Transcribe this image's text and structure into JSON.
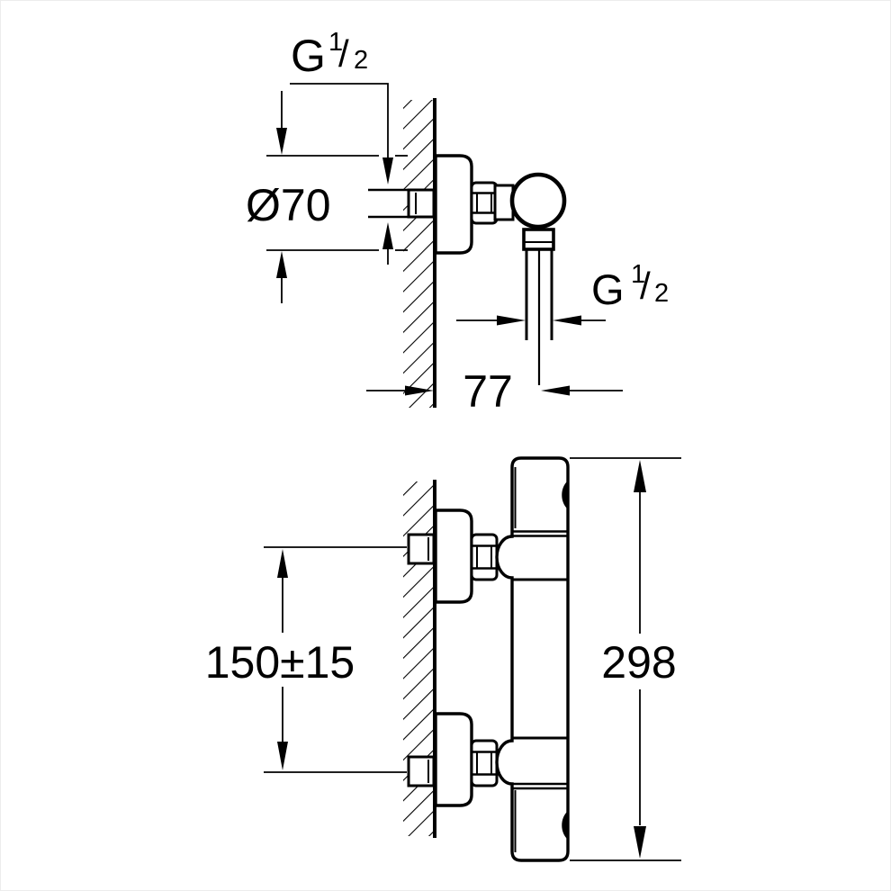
{
  "page": {
    "background": "#ffffff",
    "frame_border": "#ececec",
    "line_color": "#000000"
  },
  "top_view": {
    "thread_label_inlet": {
      "prefix": "G",
      "numerator": "1",
      "slash": "/",
      "denominator": "2"
    },
    "escutcheon_diameter_label": "Ø70",
    "thread_label_outlet": {
      "prefix": "G",
      "numerator": "1",
      "slash": "/",
      "denominator": "2"
    },
    "wall_to_outlet_distance_label": "77"
  },
  "front_view": {
    "connection_spacing_label": "150±15",
    "total_height_label": "298"
  }
}
